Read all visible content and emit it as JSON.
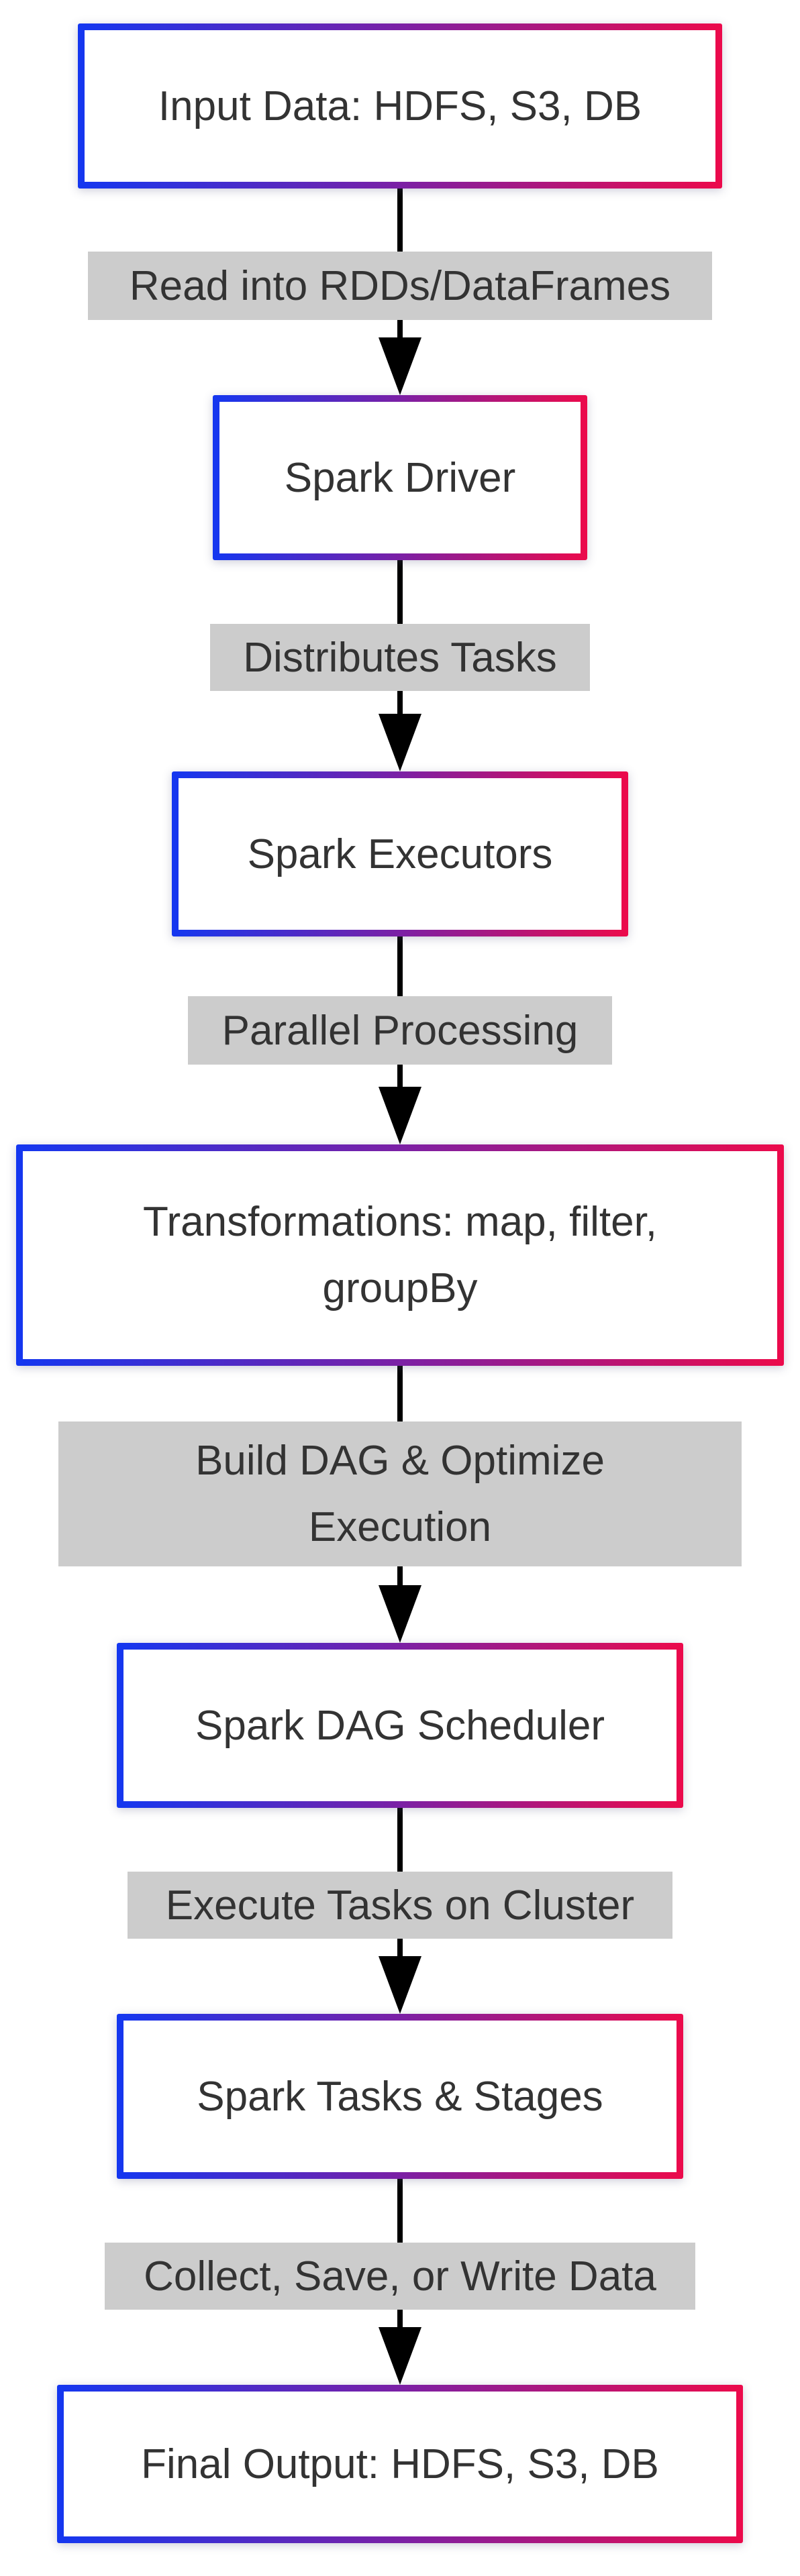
{
  "diagram": {
    "type": "flowchart",
    "direction": "top-down",
    "colors": {
      "node_border_gradient_start": "#1437f0",
      "node_border_gradient_mid": "#7b20a5",
      "node_border_gradient_end": "#ec0a4b",
      "node_fill": "#ffffff",
      "node_text": "#333333",
      "edge_label_bg": "#cccccc",
      "edge_label_text": "#333333",
      "arrow": "#000000",
      "background": "#ffffff"
    },
    "nodes": [
      {
        "id": "input",
        "label": "Input Data: HDFS, S3, DB"
      },
      {
        "id": "driver",
        "label": "Spark Driver"
      },
      {
        "id": "executors",
        "label": "Spark Executors"
      },
      {
        "id": "transformations",
        "label": "Transformations: map, filter,\ngroupBy"
      },
      {
        "id": "dag_scheduler",
        "label": "Spark DAG Scheduler"
      },
      {
        "id": "tasks_stages",
        "label": "Spark Tasks & Stages"
      },
      {
        "id": "final_output",
        "label": "Final Output: HDFS, S3, DB"
      }
    ],
    "edges": [
      {
        "from": "input",
        "to": "driver",
        "label": "Read into RDDs/DataFrames"
      },
      {
        "from": "driver",
        "to": "executors",
        "label": "Distributes Tasks"
      },
      {
        "from": "executors",
        "to": "transformations",
        "label": "Parallel Processing"
      },
      {
        "from": "transformations",
        "to": "dag_scheduler",
        "label": "Build DAG & Optimize\nExecution"
      },
      {
        "from": "dag_scheduler",
        "to": "tasks_stages",
        "label": "Execute Tasks on Cluster"
      },
      {
        "from": "tasks_stages",
        "to": "final_output",
        "label": "Collect, Save, or Write Data"
      }
    ]
  }
}
